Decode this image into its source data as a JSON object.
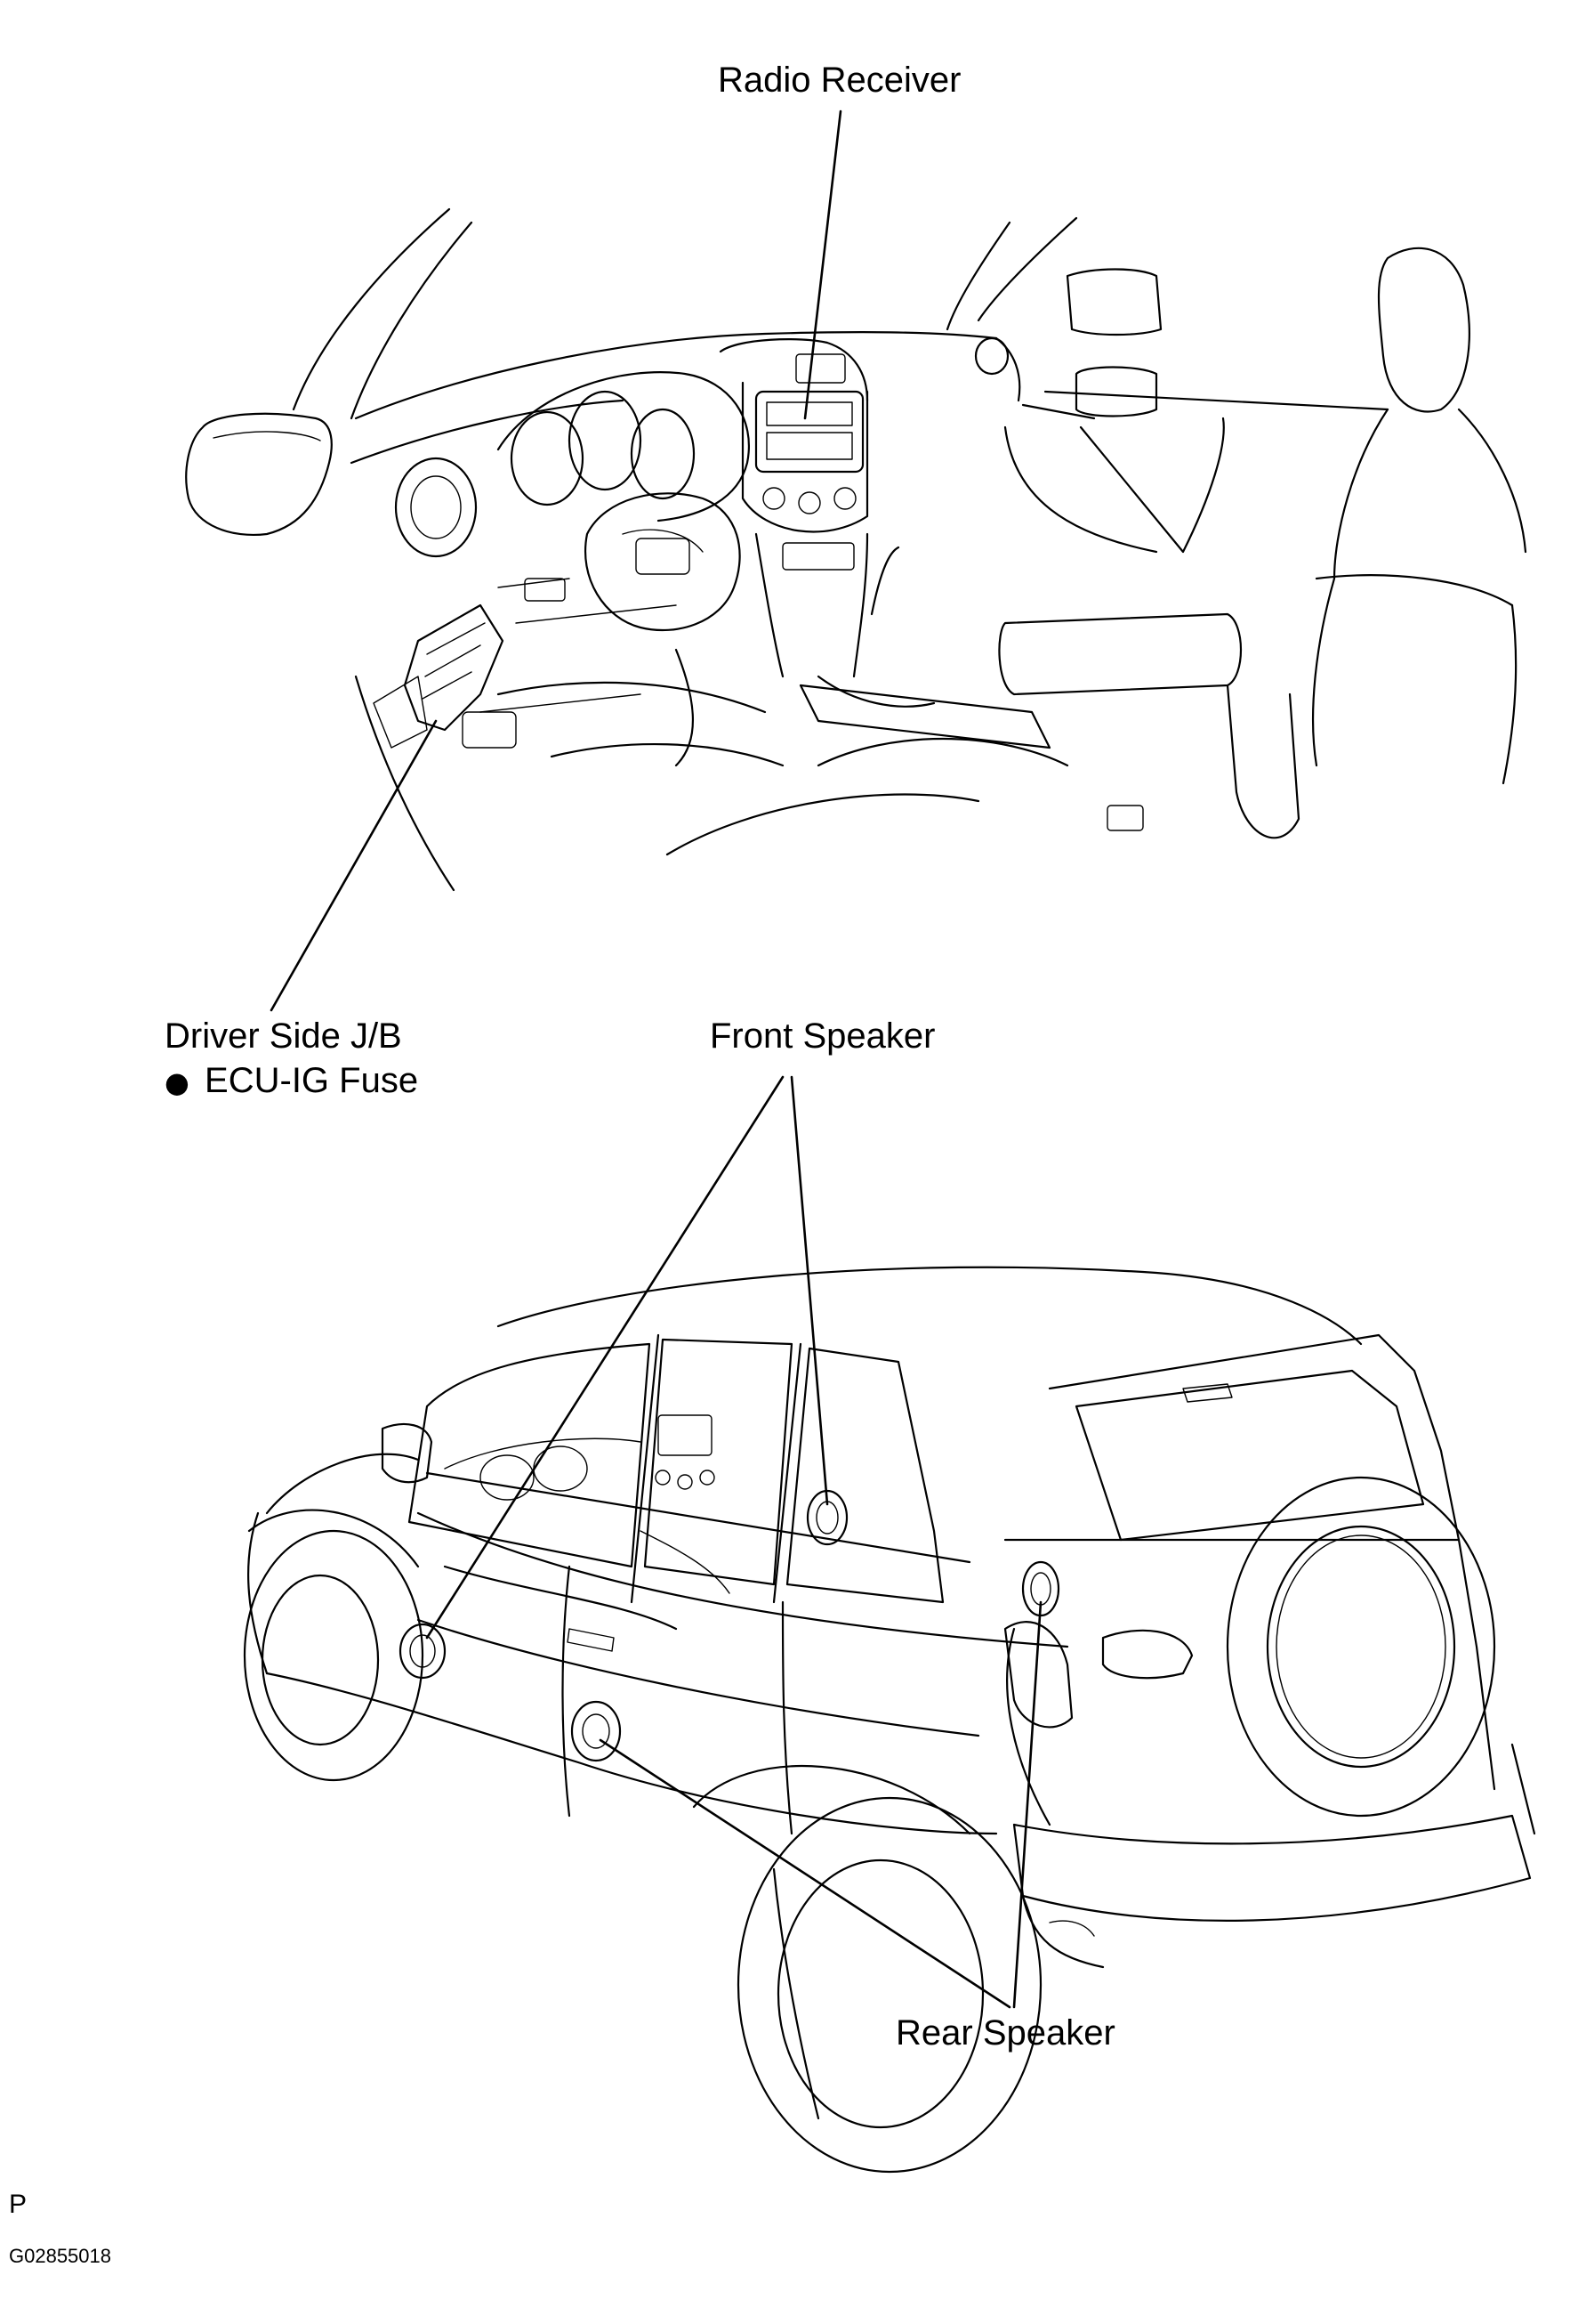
{
  "labels": {
    "radio_receiver": "Radio Receiver",
    "driver_side_jb": "Driver Side J/B",
    "ecu_ig_fuse": "ECU-IG Fuse",
    "front_speaker": "Front Speaker",
    "rear_speaker": "Rear Speaker",
    "page_letter": "P",
    "figure_code": "G02855018"
  },
  "bullet": "●",
  "colors": {
    "line": "#000000",
    "background": "#ffffff"
  }
}
